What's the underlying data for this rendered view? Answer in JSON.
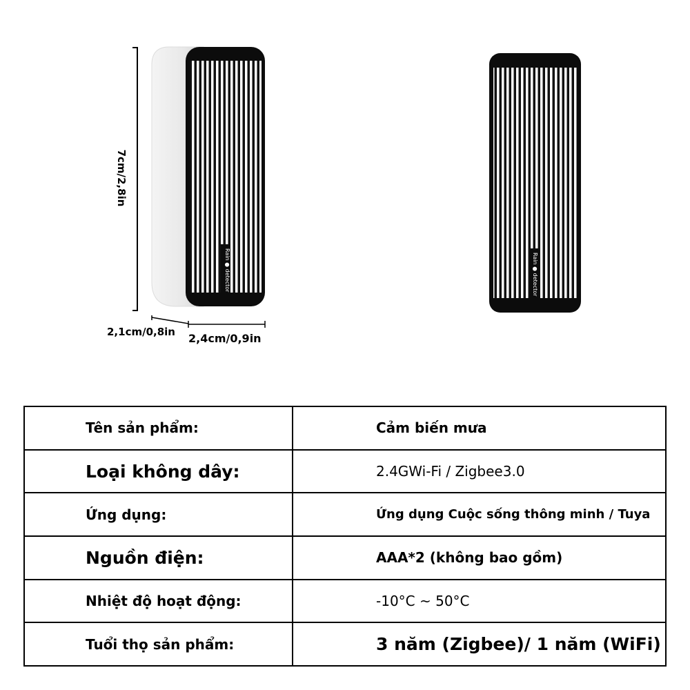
{
  "dimensions": {
    "height_label": "7cm/2,8in",
    "depth_label": "2,1cm/0,8in",
    "width_label": "2,4cm/0,9in"
  },
  "device": {
    "label_text": "Rain ● detector"
  },
  "specs": [
    {
      "key": "Tên sản phẩm:",
      "value": "Cảm biến mưa"
    },
    {
      "key": "Loại không dây:",
      "value": "2.4GWi-Fi / Zigbee3.0"
    },
    {
      "key": "Ứng dụng:",
      "value": "Ứng dụng Cuộc sống thông minh / Tuya"
    },
    {
      "key": "Nguồn điện:",
      "value": "AAA*2 (không bao gồm)"
    },
    {
      "key": "Nhiệt độ hoạt động:",
      "value": "-10°C ~ 50°C"
    },
    {
      "key": "Tuổi thọ sản phẩm:",
      "value": "3 năm (Zigbee)/ 1 năm (WiFi)"
    }
  ]
}
